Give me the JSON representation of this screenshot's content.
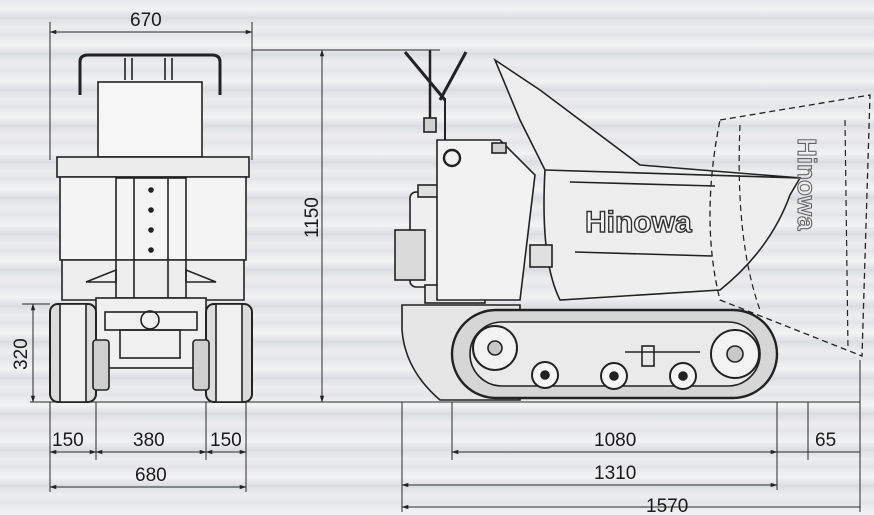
{
  "dimensions": {
    "top_width": "670",
    "height": "1150",
    "track_height": "320",
    "track_left": "150",
    "track_gap": "380",
    "track_right": "150",
    "overall_width": "680",
    "track_length": "1080",
    "overhang": "65",
    "body_length": "1310",
    "overall_length": "1570"
  },
  "brand": {
    "logo_text": "Hinowa",
    "logo_text_flipped": "Hinowa"
  },
  "colors": {
    "line": "#1f1f1f",
    "dim": "#2a2a2a",
    "background": "#e8e9eb"
  }
}
